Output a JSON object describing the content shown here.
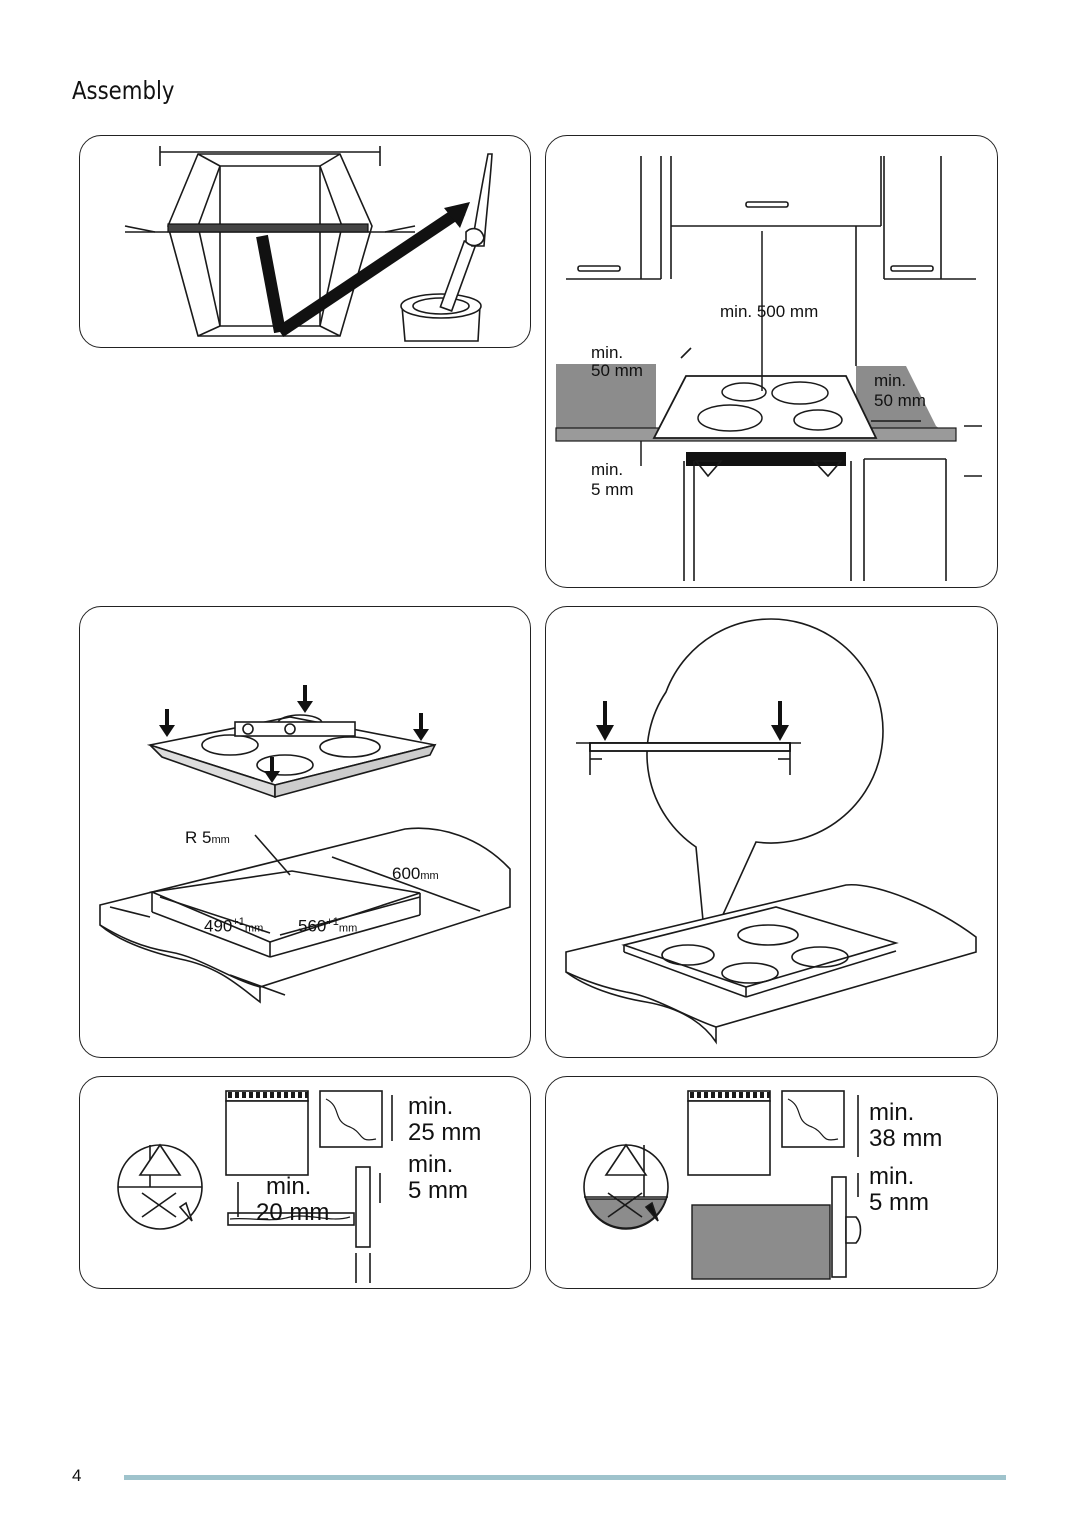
{
  "page": {
    "title": "Assembly",
    "page_number": "4"
  },
  "panel_clearances": {
    "top": "min. 500 mm",
    "left_min": "min.",
    "left_val": "50 mm",
    "right_min": "min.",
    "right_val": "50 mm",
    "bottom_min": "min.",
    "bottom_val": "5 mm"
  },
  "panel_cutout": {
    "radius": "R 5",
    "radius_unit": "mm",
    "depth": "600",
    "depth_unit": "mm",
    "width_a": "490",
    "width_a_sup": "+1",
    "width_a_unit": "mm",
    "width_b": "560",
    "width_b_sup": "+1",
    "width_b_unit": "mm"
  },
  "panel_drawer": {
    "a_min": "min.",
    "a_val": "25 mm",
    "b_min": "min.",
    "b_val": "5 mm",
    "c_min": "min.",
    "c_val": "20 mm"
  },
  "panel_oven": {
    "a_min": "min.",
    "a_val": "38 mm",
    "b_min": "min.",
    "b_val": "5 mm"
  },
  "colors": {
    "line": "#1a1a1a",
    "worktop_grey": "#8c8c8c",
    "footer": "#9fc3cc"
  }
}
